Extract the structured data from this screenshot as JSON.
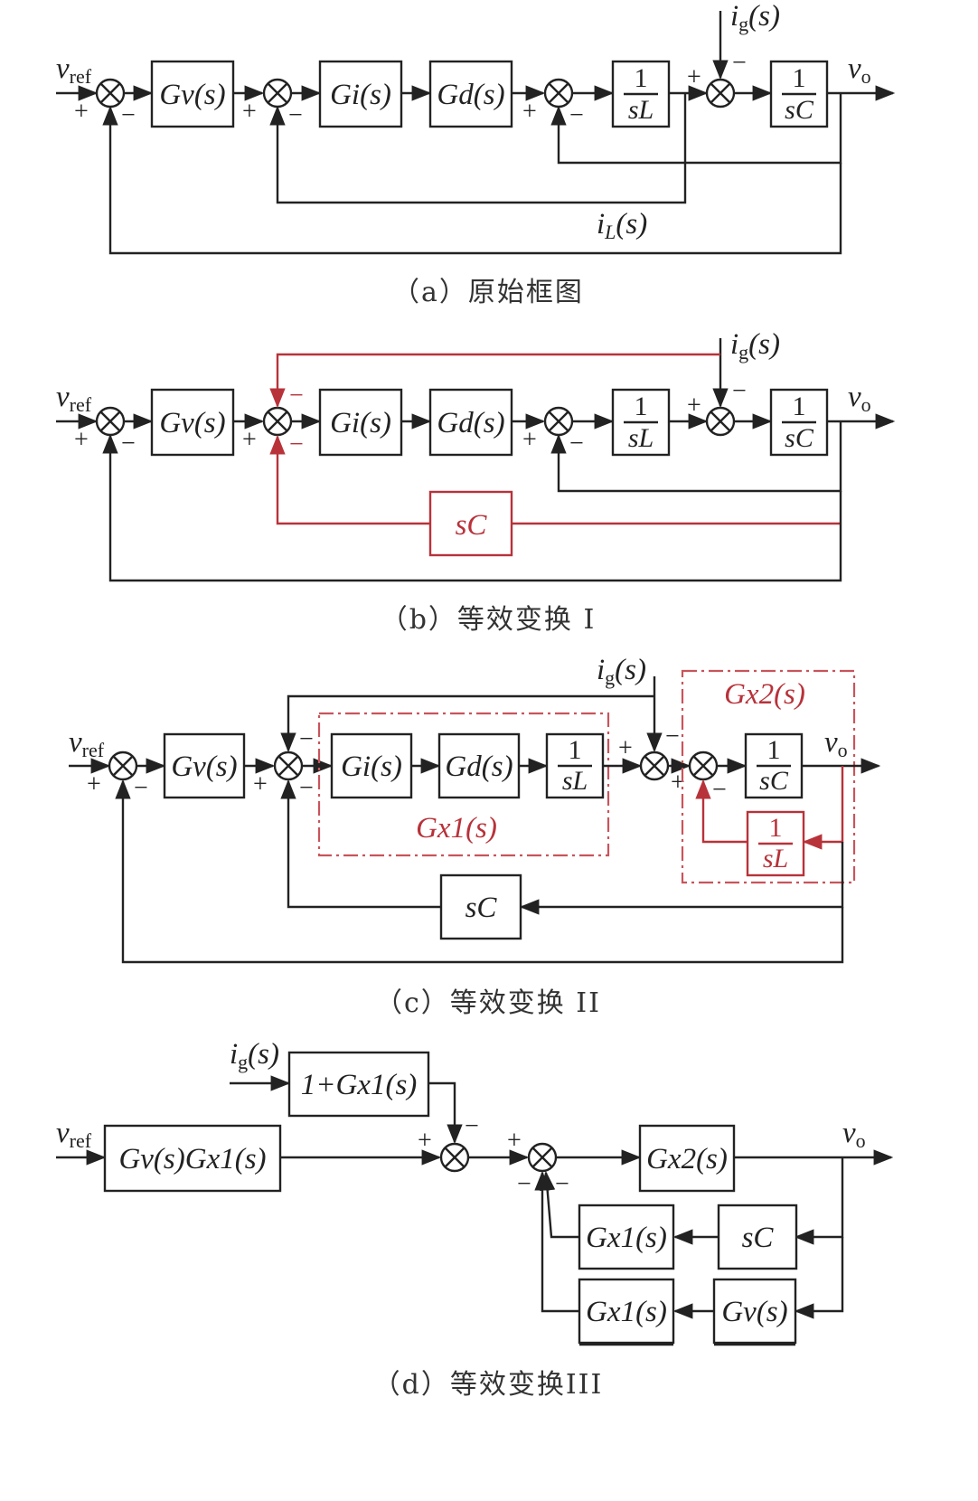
{
  "signals": {
    "vref": "v",
    "vref_sub": "ref",
    "vo": "v",
    "vo_sub": "o",
    "ig": "i",
    "ig_sub": "g",
    "ig_arg": "(s)",
    "iL": "i",
    "iL_sub": "L",
    "iL_arg": "(s)"
  },
  "blocks": {
    "Gv": "Gv(s)",
    "Gi": "Gi(s)",
    "Gd": "Gd(s)",
    "sC": "sC",
    "one": "1",
    "sL": "sL",
    "sC_den": "sC",
    "Gx1": "Gx1(s)",
    "Gx2": "Gx2(s)",
    "one_plus_Gx1": "1+Gx1(s)",
    "GvGx1": "Gv(s)Gx1(s)"
  },
  "signs": {
    "plus": "+",
    "minus": "−"
  },
  "captions": {
    "a": "（a）原始框图",
    "b": "（b）等效变换 I",
    "c": "（c）等效变换 II",
    "d": "（d）等效变换III"
  },
  "colors": {
    "line": "#222222",
    "highlight": "#b8323a"
  }
}
